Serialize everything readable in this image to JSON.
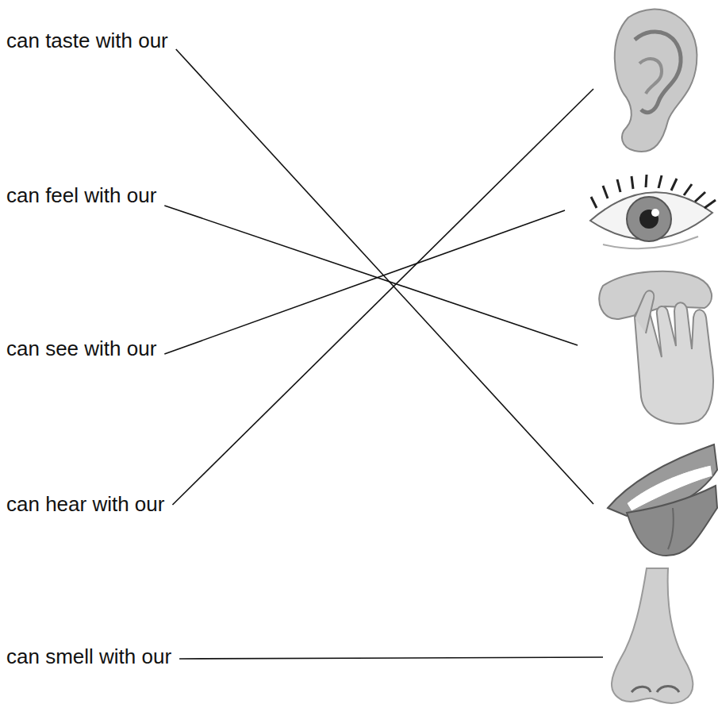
{
  "diagram": {
    "labels": [
      "can taste with our",
      "can feel with our",
      "can see with our",
      "can hear with our",
      "can smell with our"
    ]
  }
}
